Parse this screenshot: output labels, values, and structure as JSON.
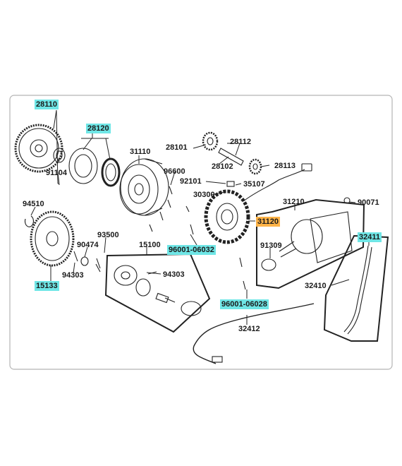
{
  "colors": {
    "cyan_highlight": "#6fe6e6",
    "orange_highlight": "#ffb347",
    "line": "#1a1a1a"
  },
  "parts": {
    "p28110": "28110",
    "p28120": "28120",
    "p31110": "31110",
    "p28101": "28101",
    "p28112": "28112",
    "p28102": "28102",
    "p28113": "28113",
    "p96600": "96600",
    "p92101": "92101",
    "p35107": "35107",
    "p30300": "30300",
    "p31210": "31210",
    "p90071": "90071",
    "p94510": "94510",
    "p91104": "91104",
    "p31120": "31120",
    "p93500": "93500",
    "p90474": "90474",
    "p15100": "15100",
    "p91309": "91309",
    "p32411": "32411",
    "p96001_06032": "96001-06032",
    "p94303a": "94303",
    "p94303b": "94303",
    "p15133": "15133",
    "p32410": "32410",
    "p96001_06028": "96001-06028",
    "p32412": "32412"
  }
}
